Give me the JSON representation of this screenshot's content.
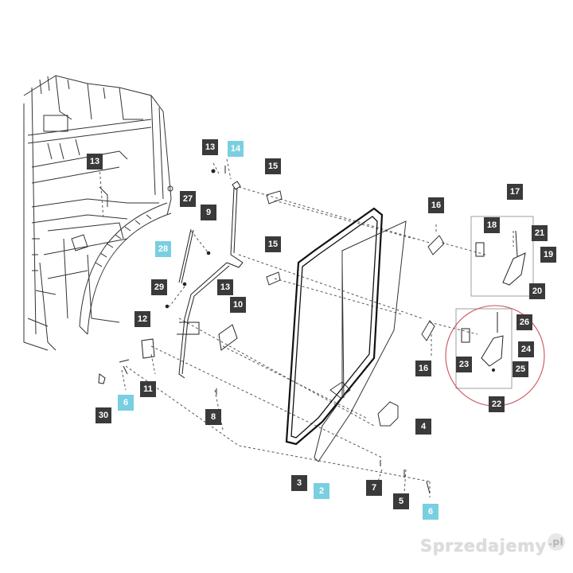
{
  "diagram": {
    "callouts": [
      {
        "id": "c13a",
        "label": "13",
        "style": "dark"
      },
      {
        "id": "c14",
        "label": "14",
        "style": "cyan"
      },
      {
        "id": "c15a",
        "label": "15",
        "style": "dark"
      },
      {
        "id": "c13b",
        "label": "13",
        "style": "dark"
      },
      {
        "id": "c27",
        "label": "27",
        "style": "dark"
      },
      {
        "id": "c9",
        "label": "9",
        "style": "dark"
      },
      {
        "id": "c16a",
        "label": "16",
        "style": "dark"
      },
      {
        "id": "c17",
        "label": "17",
        "style": "dark"
      },
      {
        "id": "c18",
        "label": "18",
        "style": "dark"
      },
      {
        "id": "c21",
        "label": "21",
        "style": "dark"
      },
      {
        "id": "c19",
        "label": "19",
        "style": "dark"
      },
      {
        "id": "c28",
        "label": "28",
        "style": "cyan"
      },
      {
        "id": "c15b",
        "label": "15",
        "style": "dark"
      },
      {
        "id": "c29",
        "label": "29",
        "style": "dark"
      },
      {
        "id": "c13c",
        "label": "13",
        "style": "dark"
      },
      {
        "id": "c20",
        "label": "20",
        "style": "dark"
      },
      {
        "id": "c10",
        "label": "10",
        "style": "dark"
      },
      {
        "id": "c12",
        "label": "12",
        "style": "dark"
      },
      {
        "id": "c26",
        "label": "26",
        "style": "dark"
      },
      {
        "id": "c24",
        "label": "24",
        "style": "dark"
      },
      {
        "id": "c23",
        "label": "23",
        "style": "dark"
      },
      {
        "id": "c25",
        "label": "25",
        "style": "dark"
      },
      {
        "id": "c16b",
        "label": "16",
        "style": "dark"
      },
      {
        "id": "c11",
        "label": "11",
        "style": "dark"
      },
      {
        "id": "c6a",
        "label": "6",
        "style": "cyan"
      },
      {
        "id": "c30",
        "label": "30",
        "style": "dark"
      },
      {
        "id": "c8",
        "label": "8",
        "style": "dark"
      },
      {
        "id": "c22",
        "label": "22",
        "style": "dark"
      },
      {
        "id": "c4",
        "label": "4",
        "style": "dark"
      },
      {
        "id": "c3",
        "label": "3",
        "style": "dark"
      },
      {
        "id": "c2",
        "label": "2",
        "style": "cyan"
      },
      {
        "id": "c7",
        "label": "7",
        "style": "dark"
      },
      {
        "id": "c5",
        "label": "5",
        "style": "dark"
      },
      {
        "id": "c6b",
        "label": "6",
        "style": "cyan"
      }
    ]
  },
  "watermark": {
    "text": "Sprzedajemy",
    "suffix": ".pl"
  },
  "colors": {
    "callout_dark": "#3a3a3a",
    "callout_highlight": "#79cfe0",
    "detail_circle": "#c9505a",
    "line": "#222222"
  }
}
